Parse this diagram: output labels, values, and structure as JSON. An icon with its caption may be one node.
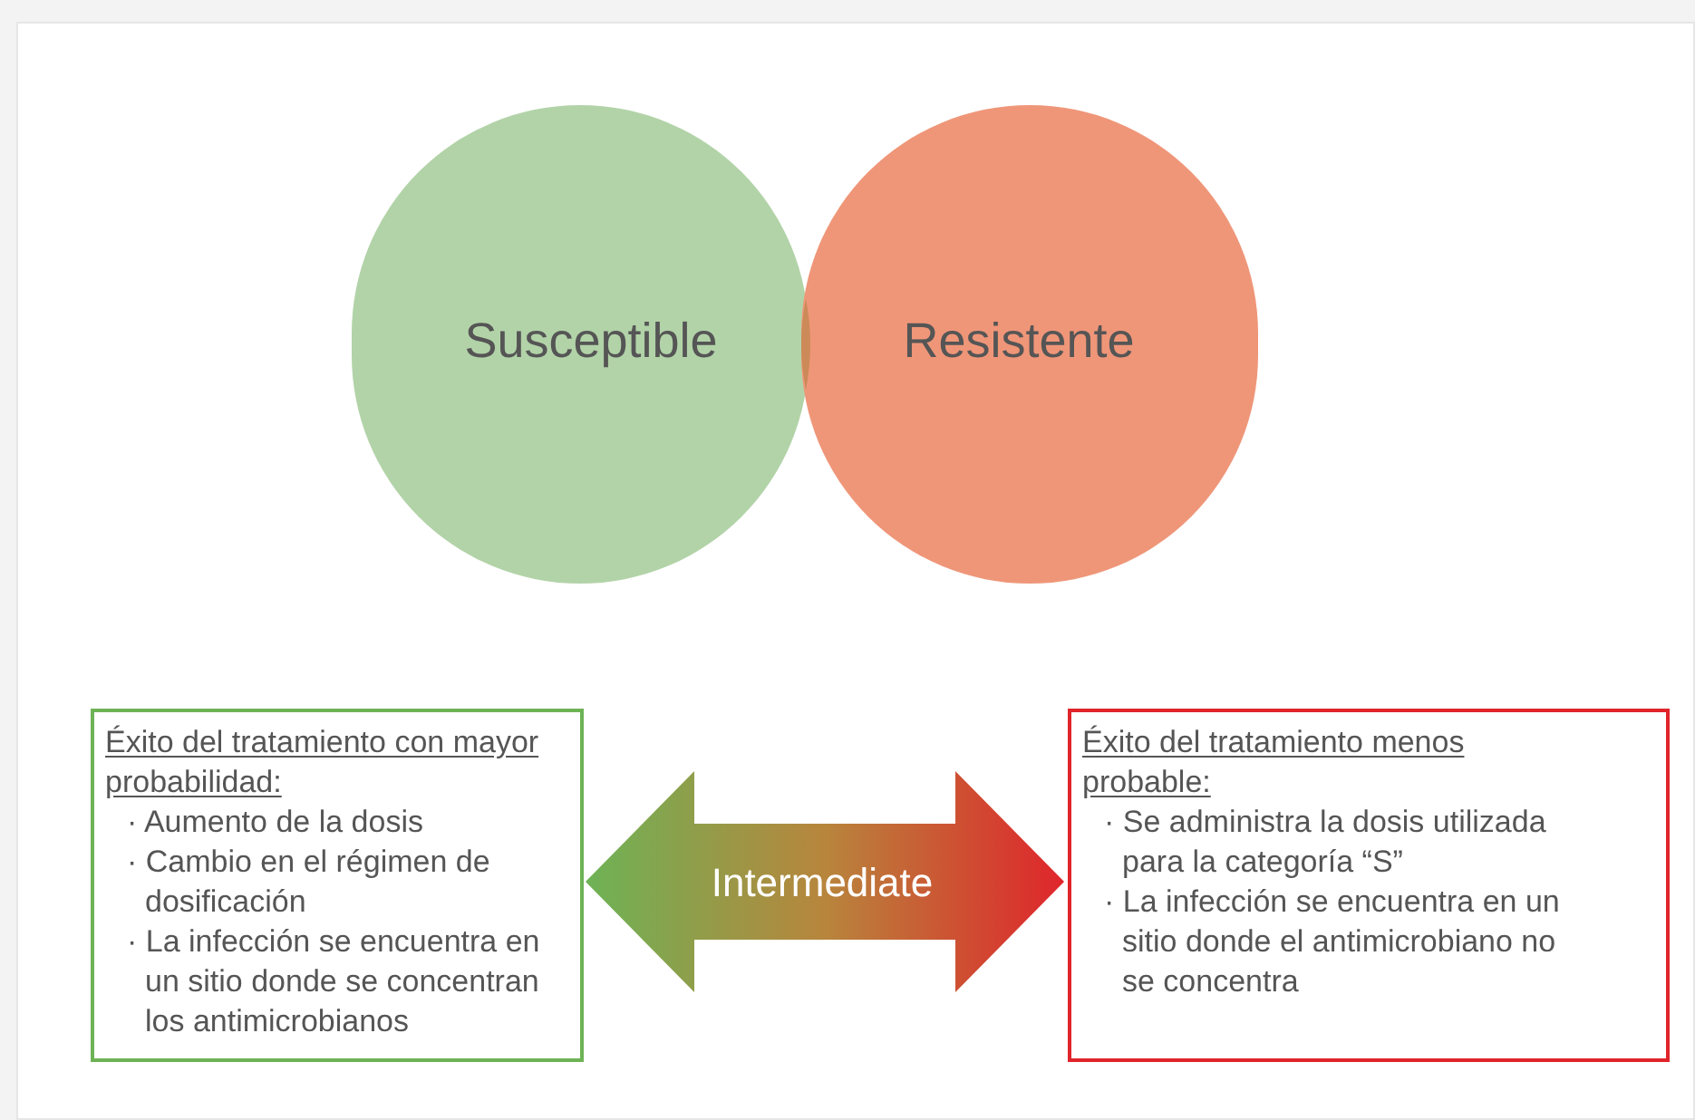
{
  "diagram": {
    "nodes": [
      {
        "text": [
          "Susceptible"
        ]
      },
      {
        "text": [
          "Resistente"
        ]
      },
      {
        "text": [
          "Éxito del tratamiento con mayor probabilidad:",
          "· Aumento de la dosis",
          "· Cambio en el régimen de dosificación",
          "· La infección se encuentra en un sitio donde se concentran los antimicrobianos"
        ]
      },
      {
        "text": [
          "Éxito del tratamiento menos probable:",
          "· Se administra la dosis utilizada para la categoría “S”",
          "· La infección se encuentra en un sitio donde el antimicrobiano no se concentra"
        ]
      }
    ],
    "edges": [
      {
        "from": 2,
        "to": 3,
        "arrow": "both",
        "label": "Intermediate"
      }
    ]
  }
}
